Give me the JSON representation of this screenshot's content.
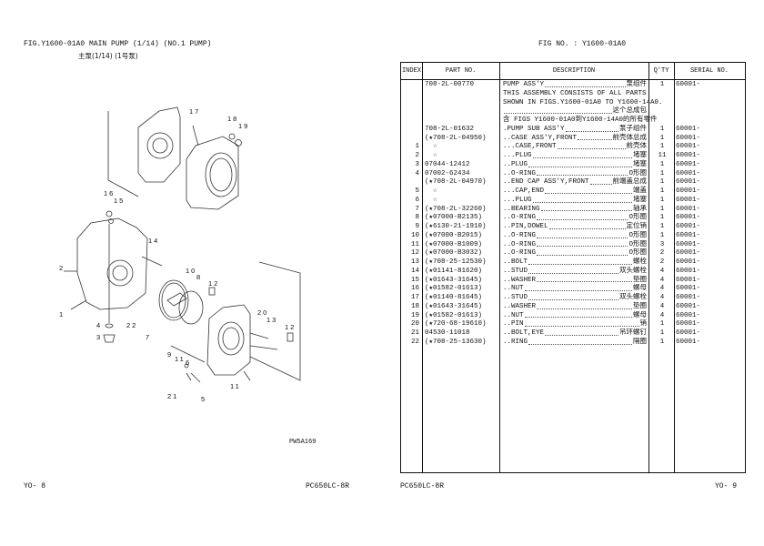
{
  "left_page": {
    "fig_title": "FIG.Y1600-01A0 MAIN PUMP (1/14) (NO.1 PUMP)",
    "fig_title_cn": "主泵(1/14) (1号泵)",
    "drawing_code": "PW5A169",
    "page_number": "YO- 8",
    "model": "PC650LC-8R",
    "callouts": [
      "17",
      "18",
      "19",
      "16",
      "15",
      "14",
      "2",
      "10",
      "8",
      "12",
      "1",
      "22",
      "7",
      "4",
      "3",
      "20",
      "13",
      "12",
      "9",
      "11",
      "6",
      "21",
      "5",
      "11"
    ]
  },
  "right_page": {
    "fig_no": "FIG NO. : Y1600-01A0",
    "page_number": "YO- 9",
    "model": "PC650LC-8R",
    "table": {
      "headers": {
        "index": "INDEX",
        "part": "PART NO.",
        "desc": "DESCRIPTION",
        "qty": "Q'TY",
        "serial": "SERIAL NO."
      },
      "rows": [
        {
          "idx": "",
          "part": "708-2L-00770",
          "desc": "PUMP ASS'Y",
          "cn": "泵组件",
          "qty": "1",
          "serial": "60001-"
        },
        {
          "idx": "",
          "part": "",
          "text": "THIS ASSEMBLY CONSISTS OF ALL PARTS",
          "qty": "",
          "serial": ""
        },
        {
          "idx": "",
          "part": "",
          "text": "SHOWN IN FIGS.Y1600-01A0 TO Y1600-14A0.",
          "qty": "",
          "serial": ""
        },
        {
          "idx": "",
          "part": "",
          "desc": "",
          "cn": "这个总成包",
          "qty": "",
          "serial": ""
        },
        {
          "idx": "",
          "part": "",
          "text": "含 FIGS Y1600-01A0到Y1600-14A0的所有零件",
          "qty": "",
          "serial": ""
        },
        {
          "idx": "",
          "part": "708-2L-01632",
          "desc": ".PUMP SUB ASS'Y",
          "cn": "泵子组件",
          "qty": "1",
          "serial": "60001-"
        },
        {
          "idx": "",
          "part": "(★708-2L-04950)",
          "desc": "..CASE ASS'Y,FRONT",
          "cn": "前壳体总成",
          "qty": "1",
          "serial": "60001-"
        },
        {
          "idx": "1",
          "part": "  ☆",
          "desc": "...CASE,FRONT",
          "cn": "前壳体",
          "qty": "1",
          "serial": "60001-"
        },
        {
          "idx": "2",
          "part": "  ☆",
          "desc": "...PLUG",
          "cn": "堵塞",
          "qty": "11",
          "serial": "60001-"
        },
        {
          "idx": "3",
          "part": "07044-12412",
          "desc": "..PLUG",
          "cn": "堵塞",
          "qty": "1",
          "serial": "60001-"
        },
        {
          "idx": "4",
          "part": "07002-62434",
          "desc": "..O-RING",
          "cn": "O形圈",
          "qty": "1",
          "serial": "60001-"
        },
        {
          "idx": "",
          "part": "(★708-2L-04970)",
          "desc": "..END CAP ASS'Y,FRONT",
          "cn": "前端盖总成",
          "qty": "1",
          "serial": "60001-"
        },
        {
          "idx": "5",
          "part": "  ☆",
          "desc": "...CAP,END",
          "cn": "端盖",
          "qty": "1",
          "serial": "60001-"
        },
        {
          "idx": "6",
          "part": "  ☆",
          "desc": "...PLUG",
          "cn": "堵塞",
          "qty": "1",
          "serial": "60001-"
        },
        {
          "idx": "7",
          "part": "(★708-2L-32260)",
          "desc": "..BEARING",
          "cn": "轴承",
          "qty": "1",
          "serial": "60001-"
        },
        {
          "idx": "8",
          "part": "(★07000-B2135)",
          "desc": "..O-RING",
          "cn": "O形圈",
          "qty": "1",
          "serial": "60001-"
        },
        {
          "idx": "9",
          "part": "(★6130-21-1910)",
          "desc": "..PIN,DOWEL",
          "cn": "定位销",
          "qty": "1",
          "serial": "60001-"
        },
        {
          "idx": "10",
          "part": "(★07000-B2015)",
          "desc": "..O-RING",
          "cn": "O形圈",
          "qty": "1",
          "serial": "60001-"
        },
        {
          "idx": "11",
          "part": "(★07000-B1009)",
          "desc": "..O-RING",
          "cn": "O形圈",
          "qty": "3",
          "serial": "60001-"
        },
        {
          "idx": "12",
          "part": "(★07000-B3032)",
          "desc": "..O-RING",
          "cn": "O形圈",
          "qty": "2",
          "serial": "60001-"
        },
        {
          "idx": "13",
          "part": "(★708-25-12530)",
          "desc": "..BOLT",
          "cn": "螺栓",
          "qty": "2",
          "serial": "60001-"
        },
        {
          "idx": "14",
          "part": "(★01141-81620)",
          "desc": "..STUD",
          "cn": "双头螺栓",
          "qty": "4",
          "serial": "60001-"
        },
        {
          "idx": "15",
          "part": "(★01643-31645)",
          "desc": "..WASHER",
          "cn": "垫圈",
          "qty": "4",
          "serial": "60001-"
        },
        {
          "idx": "16",
          "part": "(★01582-01613)",
          "desc": "..NUT",
          "cn": "螺母",
          "qty": "4",
          "serial": "60001-"
        },
        {
          "idx": "17",
          "part": "(★01140-81645)",
          "desc": "..STUD",
          "cn": "双头螺栓",
          "qty": "4",
          "serial": "60001-"
        },
        {
          "idx": "18",
          "part": "(★01643-31645)",
          "desc": "..WASHER",
          "cn": "垫圈",
          "qty": "4",
          "serial": "60001-"
        },
        {
          "idx": "19",
          "part": "(★01582-01613)",
          "desc": "..NUT",
          "cn": "螺母",
          "qty": "4",
          "serial": "60001-"
        },
        {
          "idx": "20",
          "part": "(★720-68-19610)",
          "desc": "..PIN",
          "cn": "销",
          "qty": "1",
          "serial": "60001-"
        },
        {
          "idx": "21",
          "part": "04530-11018",
          "desc": "..BOLT,EYE",
          "cn": "吊环螺钉",
          "qty": "1",
          "serial": "60001-"
        },
        {
          "idx": "22",
          "part": "(★708-25-13630)",
          "desc": "..RING",
          "cn": "隔圈",
          "qty": "1",
          "serial": "60001-"
        }
      ]
    }
  }
}
